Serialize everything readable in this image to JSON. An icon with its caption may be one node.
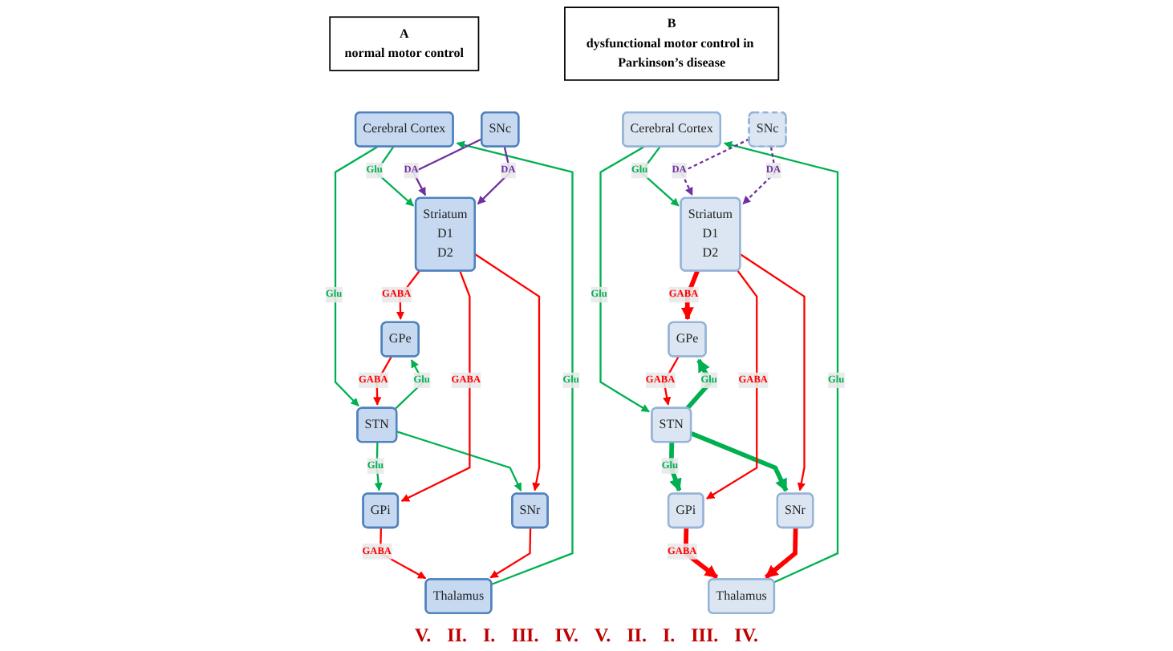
{
  "diagram": {
    "nodes": [
      {
        "text": [
          "A",
          "normal motor control"
        ]
      },
      {
        "text": [
          "Cerebral Cortex"
        ]
      },
      {
        "text": [
          "Striatum",
          "D1",
          "D2"
        ]
      },
      {
        "text": [
          "Thalamus"
        ]
      },
      {
        "text": [
          "GPe"
        ]
      },
      {
        "text": [
          "STN"
        ]
      },
      {
        "text": [
          "SNc"
        ]
      },
      {
        "text": [
          "GPi"
        ]
      },
      {
        "text": [
          "SNr"
        ]
      },
      {
        "text": [
          "B",
          "dysfunctional motor control in Parkinson’s disease"
        ]
      },
      {
        "text": [
          "Cerebral Cortex"
        ]
      },
      {
        "text": [
          "Striatum",
          "D1",
          "D2"
        ]
      },
      {
        "text": [
          "Thalamus"
        ]
      },
      {
        "text": [
          "GPe"
        ]
      },
      {
        "text": [
          "STN"
        ]
      },
      {
        "text": [
          "SNc"
        ]
      },
      {
        "text": [
          "GPi"
        ]
      },
      {
        "text": [
          "SNr"
        ]
      }
    ],
    "edges": [
      {
        "from": 1,
        "to": 2,
        "arrow": "to",
        "label": "Glu",
        "color": "#00b050"
      },
      {
        "from": 3,
        "to": 1,
        "arrow": "to",
        "label": "Glu",
        "color": "#00b050"
      },
      {
        "from": 1,
        "to": 5,
        "arrow": "to",
        "label": "Glu",
        "color": "#00b050"
      },
      {
        "from": 2,
        "to": 4,
        "arrow": "to",
        "label": "GABA",
        "color": "#ff0000"
      },
      {
        "from": 4,
        "to": 5,
        "arrow": "to",
        "label": "GABA",
        "color": "#ff0000"
      },
      {
        "from": 5,
        "to": 4,
        "arrow": "to",
        "label": "Glu",
        "color": "#00b050"
      },
      {
        "from": 5,
        "to": 7,
        "arrow": "to",
        "label": "Glu",
        "color": "#00b050"
      },
      {
        "from": 5,
        "to": 8,
        "arrow": "to",
        "color": "#00b050"
      },
      {
        "from": 6,
        "to": 2,
        "arrow": "to",
        "label": "DA",
        "color": "#7030a0"
      },
      {
        "from": 6,
        "to": 2,
        "arrow": "to",
        "label": "DA",
        "color": "#7030a0"
      },
      {
        "from": 2,
        "to": 7,
        "arrow": "to",
        "label": "GABA",
        "color": "#ff0000"
      },
      {
        "from": 2,
        "to": 8,
        "arrow": "to",
        "color": "#ff0000"
      },
      {
        "from": 7,
        "to": 3,
        "arrow": "to",
        "label": "GABA",
        "color": "#ff0000"
      },
      {
        "from": 8,
        "to": 3,
        "arrow": "to",
        "color": "#ff0000"
      },
      {
        "from": 10,
        "to": 11,
        "arrow": "to",
        "label": "Glu",
        "color": "#00b050"
      },
      {
        "from": 12,
        "to": 10,
        "arrow": "to",
        "label": "Glu",
        "color": "#00b050"
      },
      {
        "from": 10,
        "to": 14,
        "arrow": "to",
        "label": "Glu",
        "color": "#00b050"
      },
      {
        "from": 11,
        "to": 13,
        "arrow": "to",
        "label": "GABA",
        "style": "thick",
        "color": "#ff0000"
      },
      {
        "from": 13,
        "to": 14,
        "arrow": "to",
        "label": "GABA",
        "color": "#ff0000"
      },
      {
        "from": 14,
        "to": 13,
        "arrow": "to",
        "label": "Glu",
        "style": "thick",
        "color": "#00b050"
      },
      {
        "from": 14,
        "to": 16,
        "arrow": "to",
        "label": "Glu",
        "style": "thick",
        "color": "#00b050"
      },
      {
        "from": 14,
        "to": 17,
        "arrow": "to",
        "style": "thick",
        "color": "#00b050"
      },
      {
        "from": 15,
        "to": 11,
        "arrow": "to",
        "label": "DA",
        "style": "dashed",
        "color": "#7030a0"
      },
      {
        "from": 15,
        "to": 11,
        "arrow": "to",
        "label": "DA",
        "style": "dashed",
        "color": "#7030a0"
      },
      {
        "from": 11,
        "to": 16,
        "arrow": "to",
        "label": "GABA",
        "color": "#ff0000"
      },
      {
        "from": 11,
        "to": 17,
        "arrow": "to",
        "color": "#ff0000"
      },
      {
        "from": 16,
        "to": 12,
        "arrow": "to",
        "label": "GABA",
        "style": "thick",
        "color": "#ff0000"
      },
      {
        "from": 17,
        "to": 12,
        "arrow": "to",
        "style": "thick",
        "color": "#ff0000"
      }
    ],
    "labels": [
      "V.",
      "II.",
      "I.",
      "III.",
      "IV.",
      "V.",
      "II.",
      "I.",
      "III.",
      "IV."
    ]
  }
}
